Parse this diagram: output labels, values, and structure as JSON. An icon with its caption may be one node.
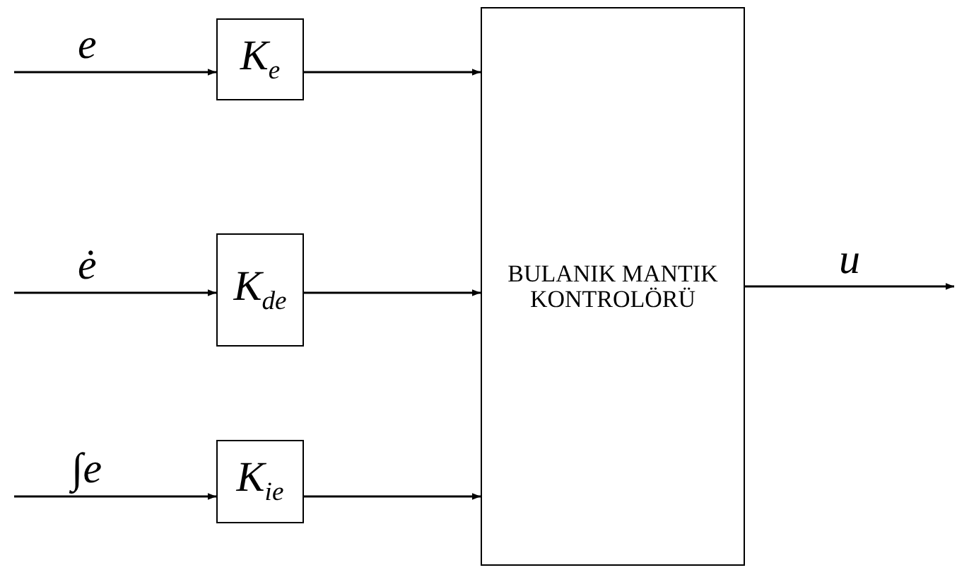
{
  "diagram": {
    "nodes": [
      {
        "text": [
          "K$_{e}$"
        ]
      },
      {
        "text": [
          "K$_{de}$"
        ]
      },
      {
        "text": [
          "K$_{ie}$"
        ]
      },
      {
        "text": [
          "BULANIK MANTIK KONTROLÖRÜ"
        ]
      }
    ],
    "edges": [
      {
        "from": null,
        "to": 0,
        "arrow": "to",
        "label": "e"
      },
      {
        "from": 0,
        "to": 3,
        "arrow": "to"
      },
      {
        "from": null,
        "to": 1,
        "arrow": "to",
        "label": "ė"
      },
      {
        "from": 1,
        "to": 3,
        "arrow": "to"
      },
      {
        "from": null,
        "to": 2,
        "arrow": "to",
        "label": "∫e"
      },
      {
        "from": 2,
        "to": 3,
        "arrow": "to"
      },
      {
        "from": 3,
        "to": null,
        "arrow": "to",
        "label": "u"
      }
    ]
  }
}
